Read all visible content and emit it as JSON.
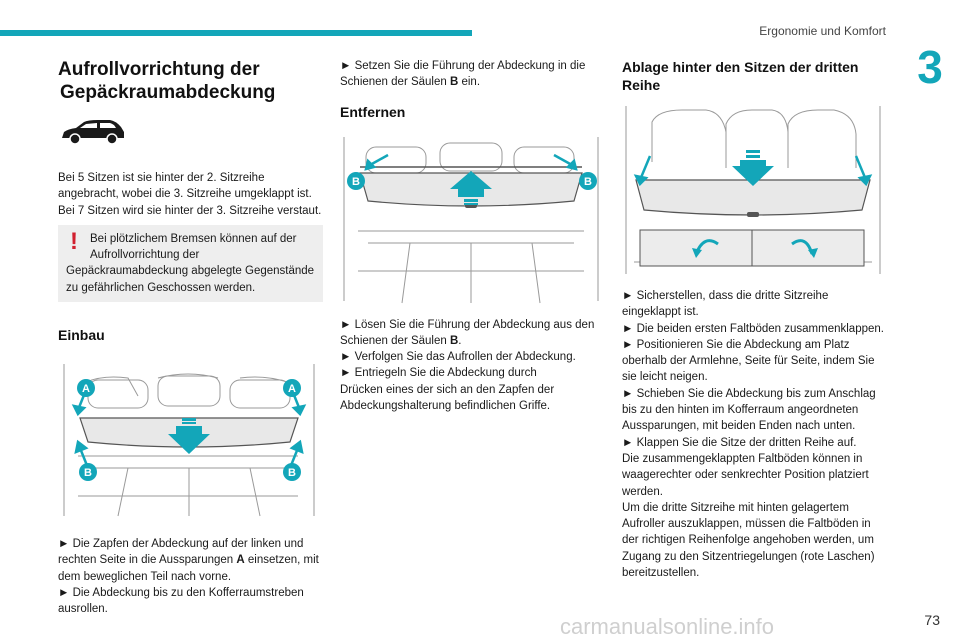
{
  "header": {
    "section_title": "Ergonomie und Komfort",
    "chapter_number": "3"
  },
  "col1": {
    "title_l1": "Aufrollvorrichtung der",
    "title_l2": "Gepäckraumabdeckung",
    "intro": [
      "Bei 5 Sitzen ist sie hinter der 2. Sitzreihe",
      "angebracht, wobei die 3. Sitzreihe umgeklappt ist.",
      "Bei 7 Sitzen wird sie hinter der 3. Sitzreihe verstaut."
    ],
    "warning_mark": "!",
    "warning": [
      "Bei plötzlichem Bremsen können auf der",
      "Aufrollvorrichtung der",
      "Gepäckraumabdeckung abgelegte Gegenstände",
      "zu gefährlichen Geschossen werden."
    ],
    "install_heading": "Einbau",
    "install_labels": {
      "a": "A",
      "b": "B"
    },
    "install_steps": [
      {
        "pre": "► Die Zapfen der Abdeckung auf der linken und",
        "bold": "",
        "post": ""
      },
      {
        "pre": "rechten Seite in die Aussparungen ",
        "bold": "A",
        "post": " einsetzen, mit"
      },
      {
        "pre": "dem beweglichen Teil nach vorne.",
        "bold": "",
        "post": ""
      },
      {
        "pre": "► Die Abdeckung bis zu den Kofferraumstreben",
        "bold": "",
        "post": ""
      },
      {
        "pre": "ausrollen.",
        "bold": "",
        "post": ""
      }
    ]
  },
  "col2": {
    "step_top": [
      {
        "pre": "► Setzen Sie die Führung der Abdeckung in die",
        "bold": "",
        "post": ""
      },
      {
        "pre": "Schienen der Säulen ",
        "bold": "B",
        "post": " ein."
      }
    ],
    "remove_heading": "Entfernen",
    "remove_labels": {
      "b": "B"
    },
    "remove_steps": [
      {
        "pre": "► Lösen Sie die Führung der Abdeckung aus den",
        "bold": "",
        "post": ""
      },
      {
        "pre": "Schienen der Säulen ",
        "bold": "B",
        "post": "."
      },
      {
        "pre": "► Verfolgen Sie das Aufrollen der Abdeckung.",
        "bold": "",
        "post": ""
      },
      {
        "pre": "► Entriegeln Sie die Abdeckung durch",
        "bold": "",
        "post": ""
      },
      {
        "pre": "Drücken eines der sich an den Zapfen der",
        "bold": "",
        "post": ""
      },
      {
        "pre": "Abdeckungshalterung befindlichen Griffe.",
        "bold": "",
        "post": ""
      }
    ]
  },
  "col3": {
    "title_l1": "Ablage hinter den Sitzen der dritten",
    "title_l2": "Reihe",
    "steps": [
      "► Sicherstellen, dass die dritte Sitzreihe",
      "eingeklappt ist.",
      "► Die beiden ersten Faltböden zusammenklappen.",
      "► Positionieren Sie die Abdeckung am Platz",
      "oberhalb der Armlehne, Seite für Seite, indem Sie",
      "sie leicht neigen.",
      "► Schieben Sie die Abdeckung bis zum Anschlag",
      "bis zu den hinten im Kofferraum angeordneten",
      "Aussparungen, mit beiden Enden nach unten.",
      "► Klappen Sie die Sitze der dritten Reihe auf.",
      "Die zusammengeklappten Faltböden können in",
      "waagerechter oder senkrechter Position platziert",
      "werden.",
      "Um die dritte Sitzreihe mit hinten gelagertem",
      "Aufroller auszuklappen, müssen die Faltböden in",
      "der richtigen Reihenfolge angehoben werden, um",
      "Zugang zu den Sitzentriegelungen (rote Laschen)",
      "bereitzustellen."
    ]
  },
  "footer": {
    "page_number": "73",
    "watermark": "carmanualsonline.info"
  },
  "colors": {
    "accent": "#13a6b9",
    "warning": "#d1202f",
    "note_bg": "#eeeeee"
  }
}
